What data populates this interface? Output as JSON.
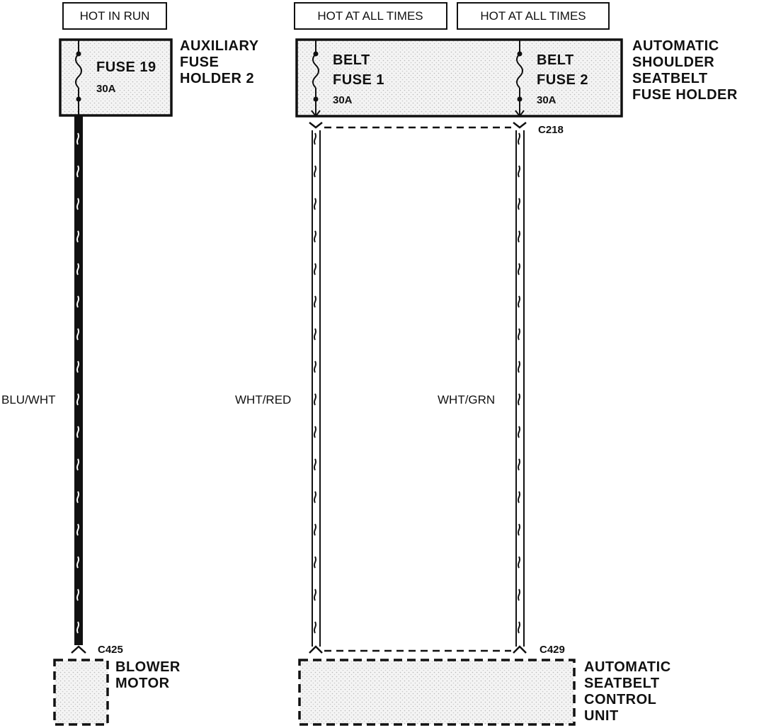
{
  "sources": {
    "left": "HOT IN RUN",
    "mid": "HOT AT ALL TIMES",
    "right": "HOT AT ALL TIMES"
  },
  "components": {
    "aux_fuse_holder": [
      "AUXILIARY",
      "FUSE",
      "HOLDER 2"
    ],
    "seatbelt_fuse_holder": [
      "AUTOMATIC",
      "SHOULDER",
      "SEATBELT",
      "FUSE HOLDER"
    ],
    "blower_motor": [
      "BLOWER",
      "MOTOR"
    ],
    "seatbelt_control_unit": [
      "AUTOMATIC",
      "SEATBELT",
      "CONTROL",
      "UNIT"
    ]
  },
  "fuses": {
    "fuse19": {
      "name": "FUSE 19",
      "rating": "30A"
    },
    "belt1": {
      "name_l1": "BELT",
      "name_l2": "FUSE 1",
      "rating": "30A"
    },
    "belt2": {
      "name_l1": "BELT",
      "name_l2": "FUSE 2",
      "rating": "30A"
    }
  },
  "wires": {
    "left": "BLU/WHT",
    "mid": "WHT/RED",
    "right": "WHT/GRN"
  },
  "connectors": {
    "c218": "C218",
    "c425": "C425",
    "c429": "C429"
  },
  "colors": {
    "ink": "#111111",
    "stipple": "#d6d6d6",
    "background": "#ffffff"
  }
}
